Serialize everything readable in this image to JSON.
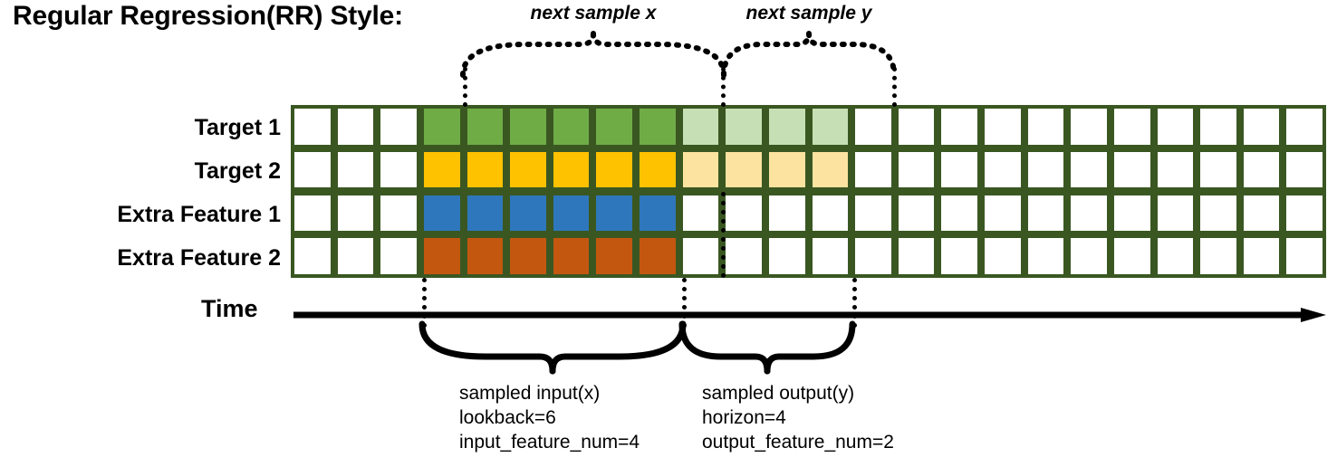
{
  "title": "Regular Regression(RR) Style:",
  "rows": [
    {
      "label": "Target 1",
      "color": "#6FAC46",
      "faded_color": "#C6DFB4"
    },
    {
      "label": "Target 2",
      "color": "#FFC200",
      "faded_color": "#FCE3A0"
    },
    {
      "label": "Extra Feature 1",
      "color": "#2E77BC",
      "faded_color": null
    },
    {
      "label": "Extra Feature 2",
      "color": "#C4570F",
      "faded_color": null
    }
  ],
  "grid": {
    "columns": 24,
    "leading_empty_cells": 3,
    "input_cells": 6,
    "output_cells": 4,
    "trailing_empty_cells": 11,
    "border_color": "#3a5722",
    "empty_cell_color": "#ffffff"
  },
  "axis": {
    "label": "Time",
    "direction": "right-arrow"
  },
  "top_braces": [
    {
      "label": "next sample x"
    },
    {
      "label": "next sample y"
    }
  ],
  "bottom_braces": [
    {
      "line1": "sampled input(x)",
      "line2": "lookback=6",
      "line3": "input_feature_num=4"
    },
    {
      "line1": "sampled output(y)",
      "line2": "horizon=4",
      "line3": "output_feature_num=2"
    }
  ]
}
